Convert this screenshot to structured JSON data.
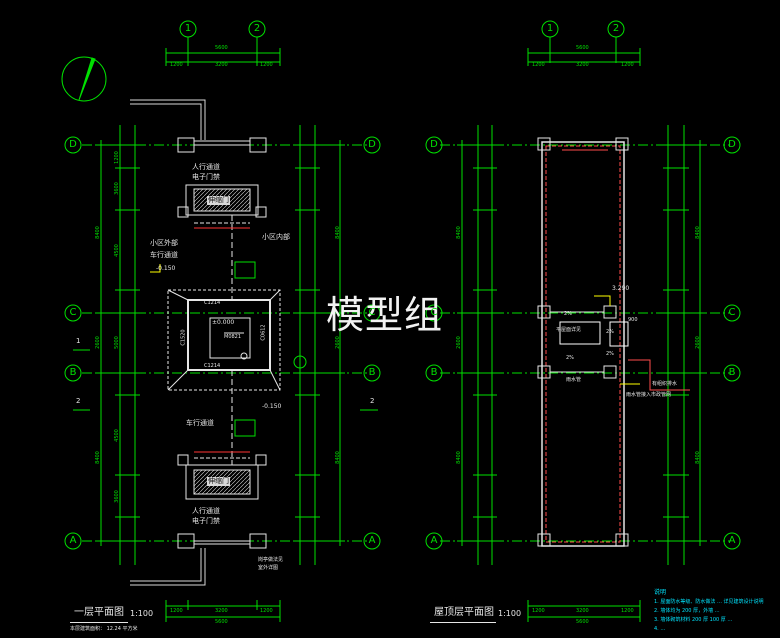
{
  "watermark": "模型组",
  "grid_labels": {
    "col_1": "1",
    "col_2": "2",
    "row_a": "A",
    "row_b": "B",
    "row_c": "C",
    "row_d": "D"
  },
  "dims_top": {
    "total": "5600",
    "left": "1200",
    "mid": "3200",
    "right": "1200"
  },
  "dims_vertical": {
    "left_outer": "8400",
    "left_mid": "2600",
    "left_lower": "8400",
    "right_outer": "8400",
    "right_mid": "2600",
    "right_lower": "8400",
    "seg_a": "1200",
    "seg_b": "3600",
    "seg_c": "4500",
    "seg_d": "5000",
    "seg_e": "4500",
    "seg_f": "3600"
  },
  "plan1": {
    "title": "一层平面图",
    "scale": "1:100",
    "area_note": "本层建筑面积：   12.24  平方米",
    "labels": {
      "ped_gate_top": "人行通道",
      "e_gate_top": "电子门禁",
      "barrier_top": "伸缩门",
      "exit_label": "小区外部",
      "car_lane": "车行通道",
      "level_minus": "-0.150",
      "inside_label": "小区内部",
      "level_0": "±0.000",
      "door_m": "M0821",
      "win_c1": "C1214",
      "win_c2": "C1214",
      "win_c3": "C1520",
      "win_small": "C0612",
      "level_150": "-0.150",
      "car_lane_bottom": "车行通道",
      "barrier_bottom": "伸缩门",
      "ped_gate_bottom": "人行通道",
      "e_gate_bottom": "电子门禁",
      "note_guard": "岗亭做法见",
      "note_guard2": "室外详图",
      "sec1": "1",
      "sec2": "2"
    }
  },
  "plan2": {
    "title": "屋顶层平面图",
    "scale": "1:100",
    "labels": {
      "level_top": "3.290",
      "roof_note": "平屋面详见",
      "slope1": "2%",
      "slope2": "2%",
      "slope3": "2%",
      "slope4": "2%",
      "drain": "雨水管",
      "dim_900": "900",
      "side_note1": "有组织排水",
      "side_note2": "雨水管接入市政管网"
    }
  },
  "notes": {
    "heading": "说明",
    "lines": [
      "1.  屋面防水等级、防水做法 … 详见建筑设计说明",
      "2.  墙体均为 200 厚，外墙 …",
      "3.  墙体砌筑材料 200  厚 100  厚 …",
      "4.  …"
    ]
  }
}
